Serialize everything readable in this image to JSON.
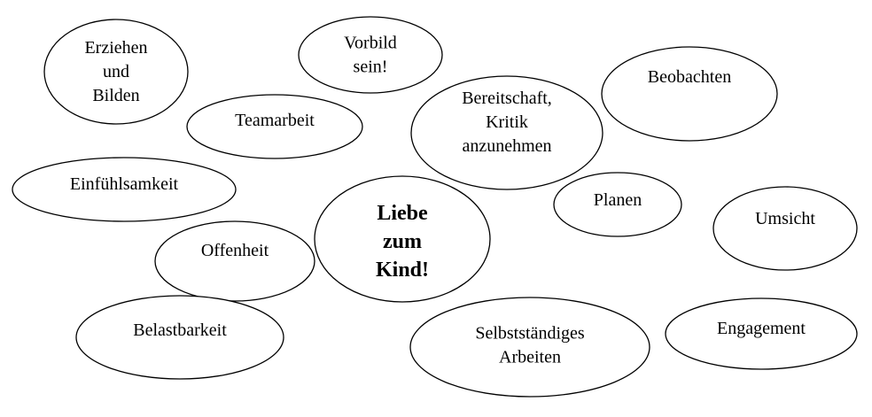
{
  "center": {
    "lines": [
      "Liebe",
      "zum",
      "Kind!"
    ]
  },
  "bubbles": [
    {
      "id": "erziehen-und-bilden",
      "lines": [
        "Erziehen",
        "und",
        "Bilden"
      ]
    },
    {
      "id": "vorbild-sein",
      "lines": [
        "Vorbild",
        "sein!"
      ]
    },
    {
      "id": "teamarbeit",
      "lines": [
        "Teamarbeit"
      ]
    },
    {
      "id": "bereitschaft-kritik",
      "lines": [
        "Bereitschaft,",
        "Kritik",
        "anzunehmen"
      ]
    },
    {
      "id": "beobachten",
      "lines": [
        "Beobachten"
      ]
    },
    {
      "id": "einfuehlsamkeit",
      "lines": [
        "Einfühlsamkeit"
      ]
    },
    {
      "id": "planen",
      "lines": [
        "Planen"
      ]
    },
    {
      "id": "umsicht",
      "lines": [
        "Umsicht"
      ]
    },
    {
      "id": "offenheit",
      "lines": [
        "Offenheit"
      ]
    },
    {
      "id": "belastbarkeit",
      "lines": [
        "Belastbarkeit"
      ]
    },
    {
      "id": "selbststaendiges-arbeiten",
      "lines": [
        "Selbstständiges",
        "Arbeiten"
      ]
    },
    {
      "id": "engagement",
      "lines": [
        "Engagement"
      ]
    }
  ]
}
